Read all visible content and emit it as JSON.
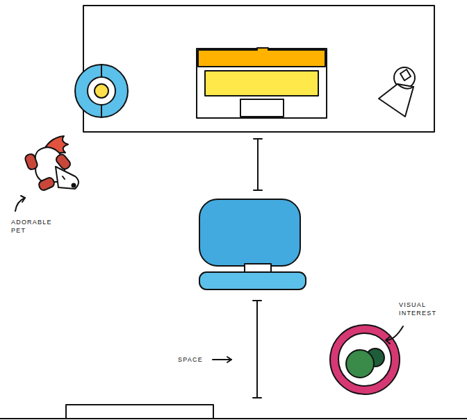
{
  "diagram": {
    "labels": [
      "ADORABLE PET",
      "VISUAL INTEREST",
      "SPACE"
    ]
  }
}
